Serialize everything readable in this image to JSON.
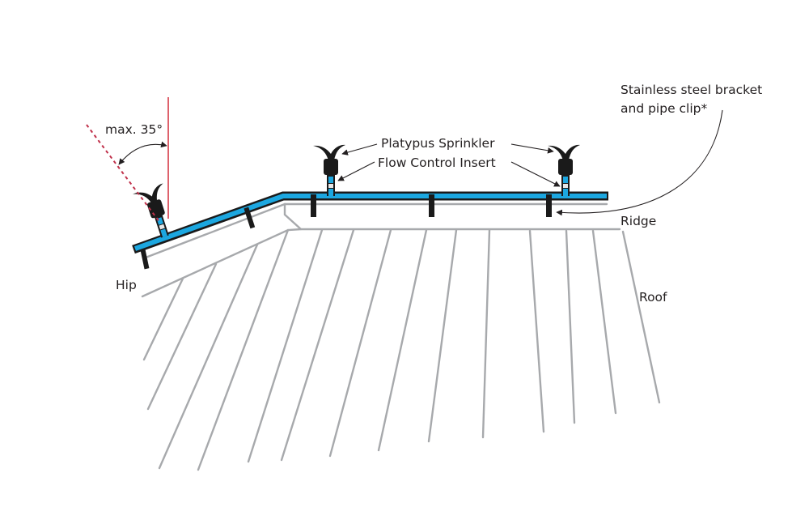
{
  "diagram": {
    "type": "roof-ridge sprinkler installation",
    "labels": {
      "angle": "max. 35°",
      "sprinkler": "Platypus Sprinkler",
      "flow_insert": "Flow Control Insert",
      "bracket_line1": "Stainless steel bracket",
      "bracket_line2": "and pipe clip*",
      "ridge": "Ridge",
      "hip": "Hip",
      "roof": "Roof"
    },
    "max_angle_degrees": 35,
    "sprinkler_count": 3,
    "colors": {
      "pipe": "#1ca7e0",
      "pipe_outline": "#1a1a1a",
      "roof_lines": "#a7a9ac",
      "angle_reference": "#d0202e",
      "text": "#231f20"
    }
  }
}
